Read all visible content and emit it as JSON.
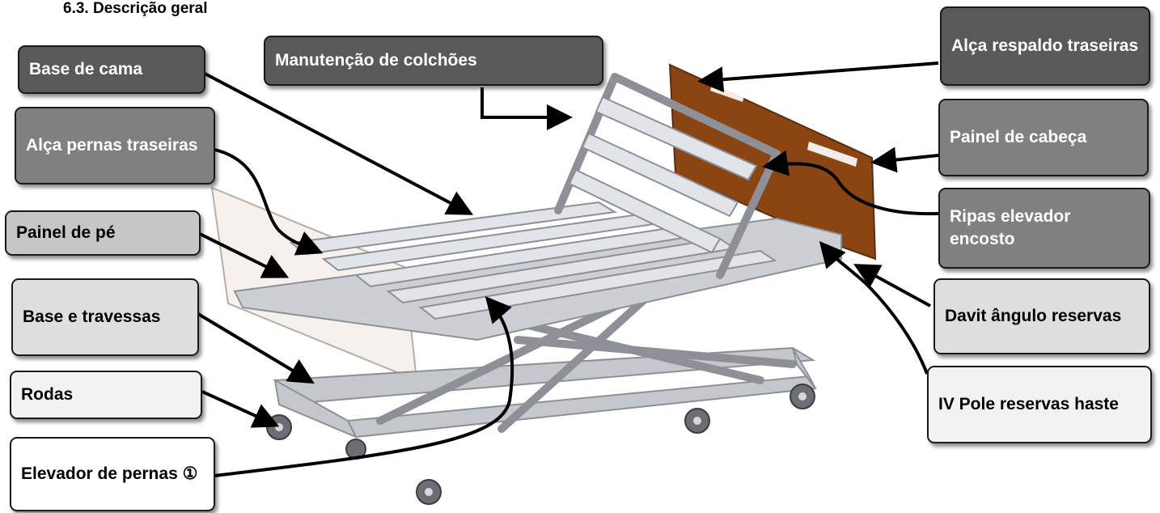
{
  "heading": "6.3. Descrição geral",
  "labels": {
    "base_de_cama": "Base de cama",
    "manutencao": "Manutenção de colchões",
    "alca_respaldo": "Alça respaldo traseiras",
    "alca_pernas": "Alça pernas traseiras",
    "painel_cabeca": "Painel de cabeça",
    "ripas": "Ripas elevador encosto",
    "painel_pe": "Painel de pé",
    "base_travessas": "Base e travessas",
    "davit": "Davit ângulo reservas",
    "rodas": "Rodas",
    "iv_pole": "IV Pole reservas haste",
    "elevador_pernas": "Elevador de pernas ①"
  },
  "colors": {
    "frame": "#b8bcc2",
    "headboard": "#8b4513",
    "label_dark": "#595959",
    "label_mid": "#808080",
    "label_light": "#c6c6c6"
  }
}
